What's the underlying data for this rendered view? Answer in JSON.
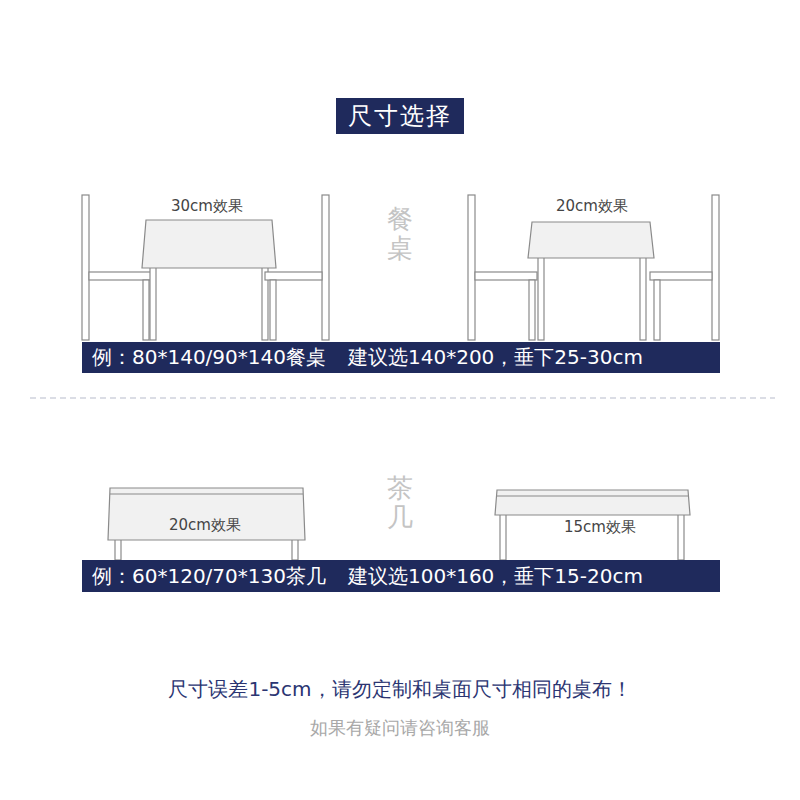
{
  "diagram": {
    "title": "尺寸选择",
    "nodes": [
      {
        "text": [
          "例：80*140/90*140餐桌",
          "建议选140*200，垂下25-30cm"
        ]
      },
      {
        "text": [
          "例：60*120/70*130茶几",
          "建议选100*160，垂下15-20cm"
        ]
      }
    ],
    "labels": [
      "30cm效果",
      "20cm效果",
      "餐桌",
      "20cm效果",
      "15cm效果",
      "茶几",
      "尺寸误差1-5cm，请勿定制和桌面尺寸相同的桌布！",
      "如果有疑问请咨询客服"
    ]
  }
}
